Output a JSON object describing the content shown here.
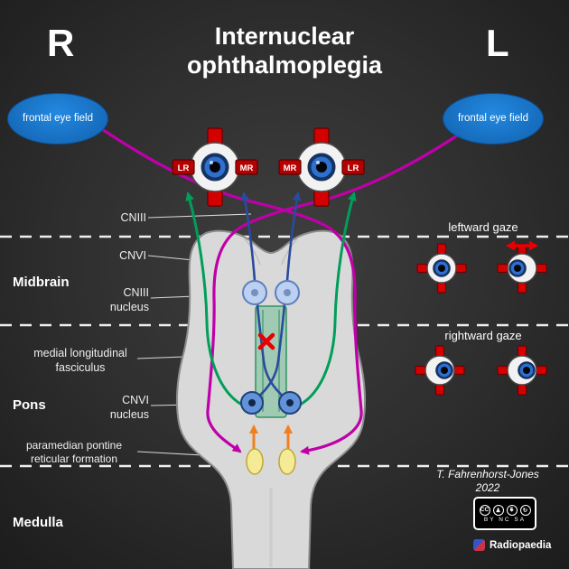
{
  "title": {
    "line1": "Internuclear",
    "line2": "ophthalmoplegia"
  },
  "sides": {
    "right": "R",
    "left": "L"
  },
  "fef": {
    "label": "frontal eye field"
  },
  "muscles": {
    "lr": "LR",
    "mr": "MR"
  },
  "labels": {
    "cniii": "CNIII",
    "cnvi": "CNVI",
    "cniii_nucleus": "CNIII\nnucleus",
    "mlf": "medial longitudinal\nfasciculus",
    "cnvi_nucleus": "CNVI\nnucleus",
    "pprf": "paramedian pontine\nreticular formation"
  },
  "regions": {
    "midbrain": "Midbrain",
    "pons": "Pons",
    "medulla": "Medulla"
  },
  "gaze": {
    "leftward": "leftward gaze",
    "rightward": "rightward gaze"
  },
  "credit": {
    "author": "T. Fahrenhorst-Jones",
    "year": "2022",
    "license_terms": "BY NC SA",
    "brand": "Radiopaedia"
  },
  "icons": {
    "cc": "CC",
    "by": "♟",
    "nc": "$",
    "sa": "↻"
  },
  "colors": {
    "pathway_magenta": "#bf00a8",
    "pathway_green": "#009e5a",
    "pathway_blue": "#2a4a9e",
    "pathway_orange": "#f07f1f",
    "lesion_red": "#e60000",
    "fef_blue": "#1a7ad4",
    "muscle_red": "#d40000",
    "brainstem_gray": "#d9d9d9"
  }
}
